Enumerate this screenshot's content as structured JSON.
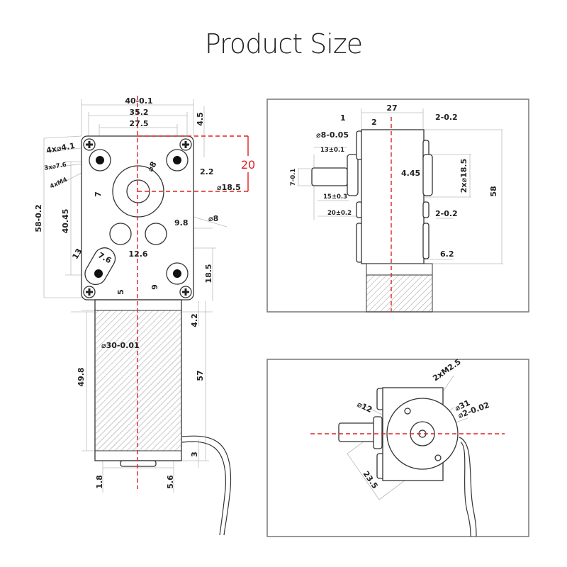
{
  "title": "Product Size",
  "front_view": {
    "labels": {
      "width_total": "40-0.1",
      "width_mid": "35.2",
      "width_inner": "27.5",
      "edge_offset": "4.5",
      "mount_holes": "4x⌀4.1",
      "pin_holes": "3x⌀7.6",
      "thread_holes": "4xM4",
      "shaft_dia": "⌀8",
      "shaft_offset_red": "20",
      "hole_offset": "2.2",
      "boss_dia": "⌀18.5",
      "flat": "7",
      "bore_dia": "⌀8",
      "height_total": "58-0.2",
      "hole_spacing_v": "40.45",
      "spacing_h": "9.8",
      "slot_len": "13",
      "slot_w": "7.6",
      "spacing_12_6": "12.6",
      "bottom_5": "5",
      "bottom_9": "9",
      "bottom_18_5": "18.5",
      "motor_dia": "⌀30-0.01",
      "motor_len": "49.8",
      "cap_top": "4.2",
      "motor_total": "57",
      "cap_bottom": "3",
      "terminal_1_8": "1.8",
      "terminal_5_6": "5.6"
    }
  },
  "side_view": {
    "labels": {
      "depth": "27",
      "d1": "1",
      "d2": "2",
      "right_gap_top": "2-0.2",
      "shaft_dia": "⌀8-0.05",
      "flat_len": "13±0.1",
      "shaft_flat": "7-0.1",
      "shaft_len": "15±0.3",
      "shaft_total": "20±0.2",
      "offset_4_45": "4.45",
      "boss": "2x⌀18.5",
      "height": "58",
      "right_gap_mid": "2-0.2",
      "bottom_6_2": "6.2"
    }
  },
  "rear_view": {
    "labels": {
      "screws": "2xM2.5",
      "hub_dia": "⌀12",
      "motor_dia": "⌀31",
      "shaft_dia": "⌀2-0.02",
      "screw_spacing": "23.5"
    }
  }
}
